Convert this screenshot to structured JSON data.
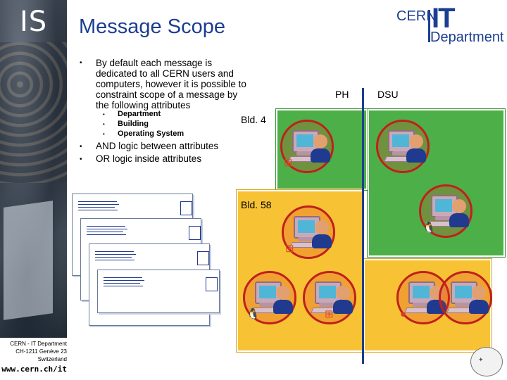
{
  "slide": {
    "logo_text": "IS",
    "title": "Message Scope",
    "cern_logo": {
      "word": "CERN",
      "it": "IT",
      "dept": "Department"
    }
  },
  "bullets": [
    "By default each message is",
    "dedicated to all CERN users and",
    "computers, however it is possible to",
    "constraint  scope of a message by",
    "the following attributes"
  ],
  "attributes": [
    "Department",
    "Building",
    "Operating System"
  ],
  "logic": [
    "AND logic between attributes",
    "OR logic inside attributes"
  ],
  "diagram": {
    "col_labels": [
      "PH",
      "DSU"
    ],
    "building_labels": [
      "Bld. 4",
      "Bld. 58"
    ],
    "colors": {
      "green": "#4caf47",
      "yellow": "#f7c335",
      "divider": "#1f3d8f",
      "node_ring": "#c0201c",
      "title": "#1c3e90"
    },
    "nodes": [
      {
        "name": "pc-node-bld4-ph",
        "os_icon": "windows-icon"
      },
      {
        "name": "pc-node-bld4-dsu",
        "os_icon": ""
      },
      {
        "name": "pc-node-dsu-mid",
        "os_icon": "linux-icon"
      },
      {
        "name": "pc-node-bld58-ph-top",
        "os_icon": "windows-icon"
      },
      {
        "name": "pc-node-bld58-ph-bottom-left",
        "os_icon": "linux-icon"
      },
      {
        "name": "pc-node-bld58-ph-bottom-right",
        "os_icon": "windows-icon"
      },
      {
        "name": "pc-node-bld58-dsu-left",
        "os_icon": "apple-icon"
      },
      {
        "name": "pc-node-bld58-dsu-right",
        "os_icon": ""
      }
    ]
  },
  "footer": {
    "line1": "CERN - IT Department",
    "line2": "CH-1211 Genève 23",
    "line3": "Switzerland",
    "url": "www.cern.ch/it"
  }
}
